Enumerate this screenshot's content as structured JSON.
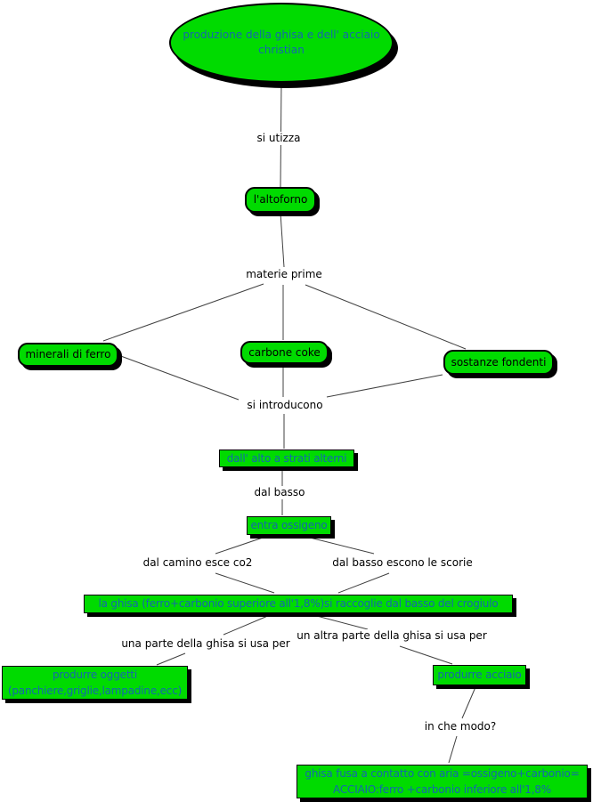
{
  "diagram": {
    "colors": {
      "background": "#ffffff",
      "node_fill": "#00db00",
      "node_border": "#000000",
      "text_blue": "#1467ad",
      "line_color": "#404040"
    },
    "title_node": {
      "line1": "produzione della ghisa e dell' acciaio",
      "line2": "christian"
    },
    "rounded_nodes": {
      "altoforno": "l'altoforno",
      "minerali": "minerali di ferro",
      "carbone": "carbone coke",
      "sostanze": "sostanze fondenti"
    },
    "rect_nodes": {
      "strati": "dall' alto a strati alterni",
      "ossigeno": "entra ossigeno",
      "ghisa_long": "la ghisa (ferro+carbonio superiore all'1,8%)si raccoglie dal basso del crogiulo",
      "oggetti_line1": "produrre oggetti",
      "oggetti_line2": "(panchiere,griglie,lampadine,ecc)",
      "acciaio": "produrre acciaio",
      "fusa_line1": "ghisa fusa a contatto con aria =ossigeno+carbonio=",
      "fusa_line2": "ACCIAIO:ferro +carbonio inferiore all'1,8%"
    },
    "edge_labels": {
      "si_utizza": "si utizza",
      "materie_prime": "materie prime",
      "si_introducono": "si introducono",
      "dal_basso": "dal basso",
      "dal_camino": "dal camino esce co2",
      "dal_basso_scorie": "dal basso escono le scorie",
      "una_parte": "una parte della ghisa si usa per",
      "un_altra_parte": "un altra parte della ghisa si usa per",
      "in_che_modo": "in che modo?"
    }
  }
}
